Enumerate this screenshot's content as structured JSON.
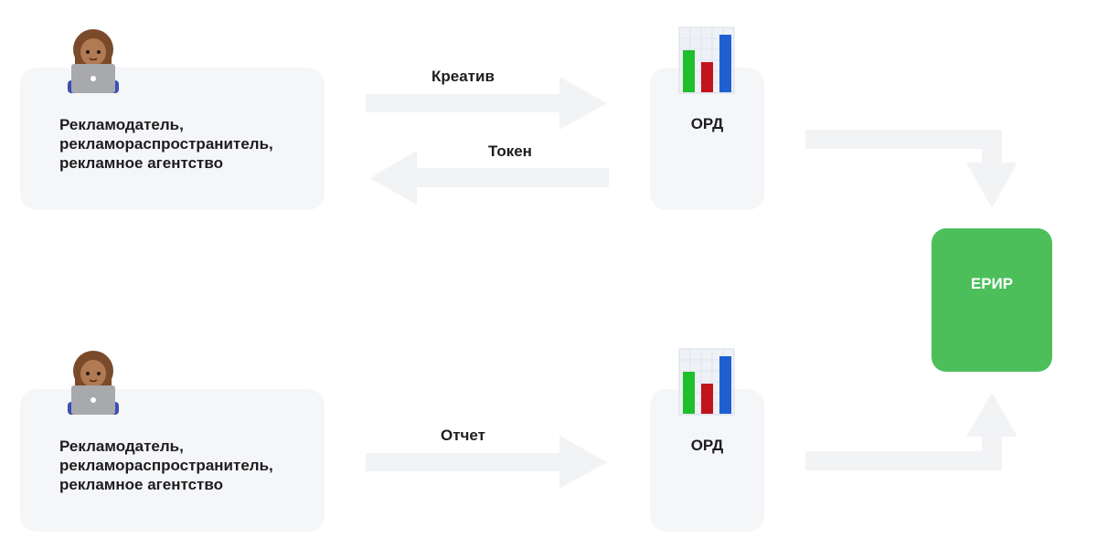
{
  "diagram": {
    "top": {
      "party_lines": [
        "Рекламодатель,",
        "рекламораспространитель,",
        "рекламное агентство"
      ],
      "ord_label": "ОРД",
      "arrow_forward_label": "Креатив",
      "arrow_back_label": "Токен"
    },
    "bottom": {
      "party_lines": [
        "Рекламодатель,",
        "рекламораспространитель,",
        "рекламное агентство"
      ],
      "ord_label": "ОРД",
      "arrow_forward_label": "Отчет"
    },
    "erir_label": "ЕРИР",
    "icons": {
      "party": "person-with-laptop-icon",
      "ord": "bar-chart-icon"
    },
    "colors": {
      "box": "#f5f6f8",
      "arrow": "#f2f3f5",
      "erir": "#4cbf5b",
      "bar_green": "#1fbf2c",
      "bar_red": "#c0141a",
      "bar_blue": "#1f5fd0"
    }
  }
}
